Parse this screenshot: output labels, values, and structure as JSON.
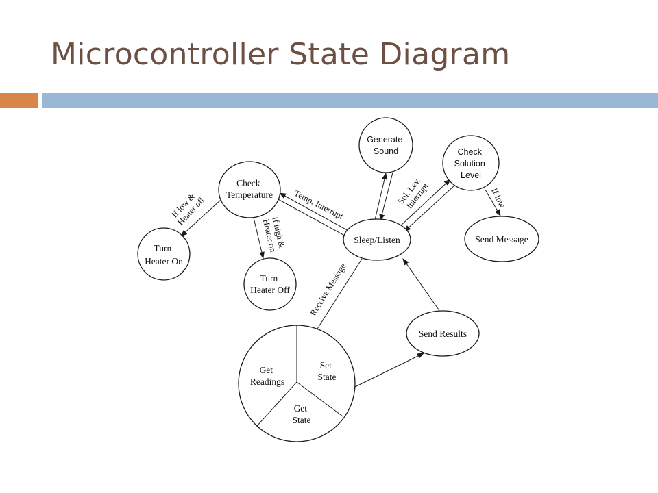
{
  "title": "Microcontroller State Diagram",
  "states": {
    "check_temperature": [
      "Check",
      "Temperature"
    ],
    "turn_heater_on": [
      "Turn",
      "Heater On"
    ],
    "turn_heater_off": [
      "Turn",
      "Heater Off"
    ],
    "generate_sound": [
      "Generate",
      "Sound"
    ],
    "check_solution_level": [
      "Check",
      "Solution",
      "Level"
    ],
    "send_message": [
      "Send Message"
    ],
    "sleep_listen": [
      "Sleep/Listen"
    ],
    "send_results": [
      "Send Results"
    ],
    "get_readings": [
      "Get",
      "Readings"
    ],
    "set_state": [
      "Set",
      "State"
    ],
    "get_state": [
      "Get",
      "State"
    ]
  },
  "edge_labels": {
    "if_low_heater_off": [
      "If low &",
      "Heater off"
    ],
    "if_high_heater_on": [
      "If high &",
      "Heater on"
    ],
    "temp_interrupt": [
      "Temp. Interrupt"
    ],
    "sol_lev_interrupt": [
      "Sol. Lev.",
      "Interrupt"
    ],
    "if_low": [
      "If low"
    ],
    "receive_message": [
      "Receive Message"
    ]
  },
  "colors": {
    "title": "#6b5043",
    "accent_orange": "#d9854a",
    "accent_blue": "#9bb7d6"
  }
}
